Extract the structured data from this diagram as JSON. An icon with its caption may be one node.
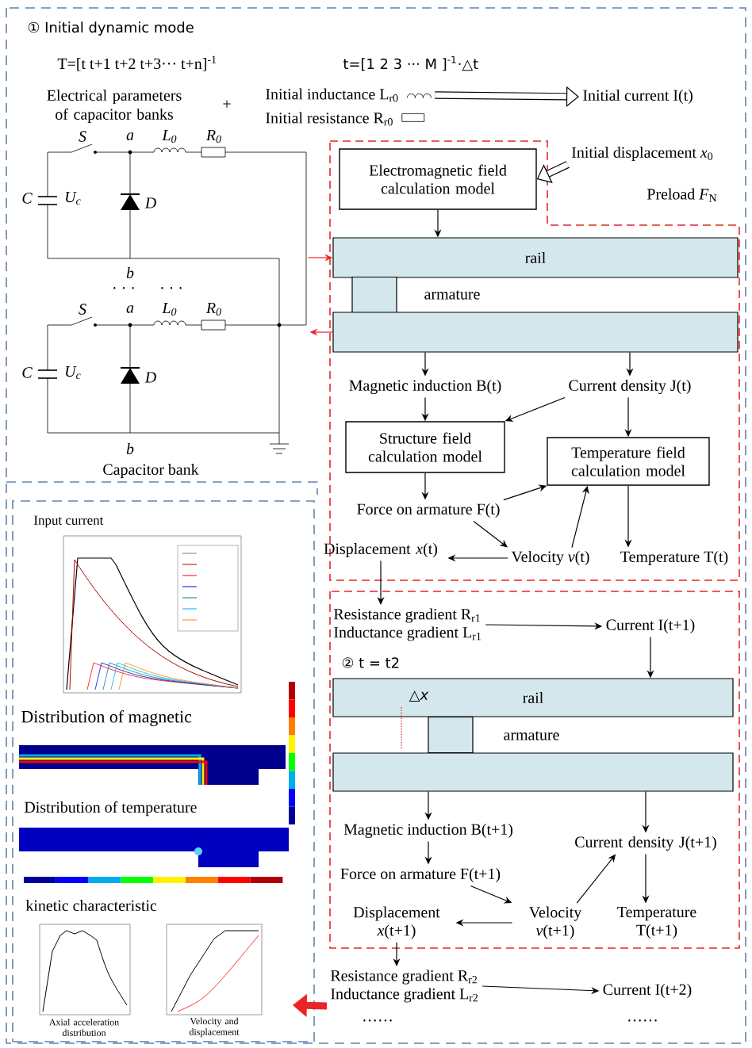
{
  "diagram": {
    "nodes": [
      {
        "text": [
          "Initial inductance L$_{r0}$"
        ]
      },
      {
        "text": [
          "Initial resistance R$_{r0}$"
        ]
      },
      {
        "text": [
          "Initial current I(t)"
        ]
      },
      {
        "text": [
          "Electromagnetic field calculation model"
        ]
      },
      {
        "text": [
          "Initial displacement *x*$_{0}$"
        ]
      },
      {
        "text": [
          "Preload *F*$_{N}$"
        ]
      },
      {
        "text": [
          "rail"
        ]
      },
      {
        "text": [],
        "shape": "box"
      },
      {
        "text": [],
        "shape": "box"
      },
      {
        "text": [
          "Magnetic induction B(t)"
        ]
      },
      {
        "text": [
          "Current density J(t)"
        ]
      },
      {
        "text": [
          "Structure field calculation model"
        ]
      },
      {
        "text": [
          "Temperature field calculation model"
        ]
      },
      {
        "text": [
          "Force on armature F(t)"
        ]
      },
      {
        "text": [
          "Displacement *x*(t)"
        ]
      },
      {
        "text": [
          "Velocity *v*(t)"
        ]
      },
      {
        "text": [
          "Temperature T(t)"
        ]
      },
      {
        "text": [
          "Resistance gradient R$_{r1}$",
          "Inductance gradient L$_{r1}$"
        ]
      },
      {
        "text": [
          "Current I(t+1)"
        ]
      },
      {
        "text": [
          "rail"
        ]
      },
      {
        "text": [],
        "shape": "box"
      },
      {
        "text": [],
        "shape": "box"
      },
      {
        "text": [
          "Magnetic induction B(t+1)"
        ]
      },
      {
        "text": [
          "Current density J(t+1)"
        ]
      },
      {
        "text": [
          "Force on armature F(t+1)"
        ]
      },
      {
        "text": [
          "Displacement *x*(t+1)"
        ]
      },
      {
        "text": [
          "Velocity *v*(t+1)"
        ]
      },
      {
        "text": [
          "Temperature T(t+1)"
        ]
      },
      {
        "text": [
          "Resistance gradient R$_{r2}$",
          "Inductance gradient L$_{r2}$"
        ]
      },
      {
        "text": [
          "Current I(t+2)"
        ]
      },
      {
        "text": [],
        "shape": "box"
      },
      {
        "text": [],
        "shape": "picture"
      }
    ],
    "edges": [
      {
        "from": 0,
        "to": 2,
        "arrow": "to",
        "style": "thick"
      },
      {
        "from": 4,
        "to": 3,
        "arrow": "to",
        "style": "thick"
      },
      {
        "from": 3,
        "to": 6,
        "arrow": "to"
      },
      {
        "from": 31,
        "to": 6,
        "arrow": "to",
        "color": "#e8252a"
      },
      {
        "from": 8,
        "to": 31,
        "arrow": "to",
        "color": "#e8252a"
      },
      {
        "from": 8,
        "to": 9,
        "arrow": "to"
      },
      {
        "from": 8,
        "to": 10,
        "arrow": "to"
      },
      {
        "from": 9,
        "to": 11,
        "arrow": "to"
      },
      {
        "from": 10,
        "to": 11,
        "arrow": "to"
      },
      {
        "from": 10,
        "to": 12,
        "arrow": "to"
      },
      {
        "from": 11,
        "to": 13,
        "arrow": "to"
      },
      {
        "from": 13,
        "to": 12,
        "arrow": "to"
      },
      {
        "from": 13,
        "to": 15,
        "arrow": "to"
      },
      {
        "from": 15,
        "to": 12,
        "arrow": "to"
      },
      {
        "from": 15,
        "to": 14,
        "arrow": "to"
      },
      {
        "from": 12,
        "to": 16,
        "arrow": "to"
      },
      {
        "from": 14,
        "to": 17,
        "arrow": "to"
      },
      {
        "from": 17,
        "to": 18,
        "arrow": "to"
      },
      {
        "from": 18,
        "to": 19,
        "arrow": "to"
      },
      {
        "from": 21,
        "to": 22,
        "arrow": "to"
      },
      {
        "from": 21,
        "to": 23,
        "arrow": "to"
      },
      {
        "from": 22,
        "to": 24,
        "arrow": "to"
      },
      {
        "from": 24,
        "to": 26,
        "arrow": "to"
      },
      {
        "from": 26,
        "to": 23,
        "arrow": "to"
      },
      {
        "from": 26,
        "to": 25,
        "arrow": "to"
      },
      {
        "from": 23,
        "to": 27,
        "arrow": "to"
      },
      {
        "from": 25,
        "to": 28,
        "arrow": "to"
      },
      {
        "from": 28,
        "to": 29,
        "arrow": "to"
      },
      {
        "from": 28,
        "to": 30,
        "arrow": "to",
        "style": "thick",
        "color": "#e8252a"
      }
    ],
    "labels": [
      "① Initial dynamic mode",
      "T=[t t+1 t+2 t+3··· t+n]$^{-1}$",
      "t=[1 2 3 ··· M ]$^{-1}$·△t",
      "Electrical parameters of capacitor banks",
      "+",
      "S",
      "a",
      "L$_{0}$",
      "R$_{0}$",
      "C",
      "U$_{c}$",
      "D",
      "b",
      "· · ·",
      "· · ·",
      "S",
      "a",
      "L$_{0}$",
      "R$_{0}$",
      "C",
      "U$_{c}$",
      "D",
      "b",
      "Capacitor bank",
      "Input current",
      "Distribution of magnetic",
      "Distribution of temperature",
      "kinetic characteristic",
      "Axial acceleration distribution",
      "Velocity and displacement",
      "② t = t2",
      "△*x*",
      "······",
      "······",
      "armature",
      "armature"
    ]
  }
}
